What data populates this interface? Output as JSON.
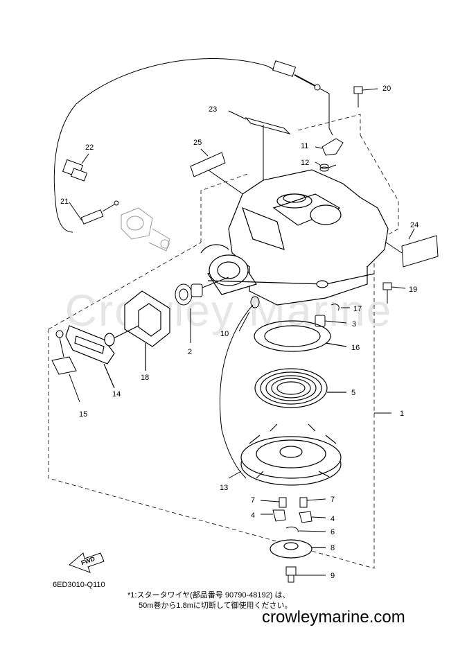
{
  "watermark": "Crowley Marine",
  "diagram_code": "6ED3010-Q110",
  "note": {
    "line1": "*1:スタータワイヤ(部品番号 90790-48192) は、",
    "line2": "50m巻から1.8mに切断して御使用ください。"
  },
  "site_url": "crowleymarine.com",
  "fwd_label": "FWD",
  "callouts": [
    {
      "id": "c1",
      "label": "1"
    },
    {
      "id": "c2",
      "label": "2"
    },
    {
      "id": "c3",
      "label": "3"
    },
    {
      "id": "c4a",
      "label": "4"
    },
    {
      "id": "c4b",
      "label": "4"
    },
    {
      "id": "c5",
      "label": "5"
    },
    {
      "id": "c6",
      "label": "6"
    },
    {
      "id": "c7a",
      "label": "7"
    },
    {
      "id": "c7b",
      "label": "7"
    },
    {
      "id": "c8",
      "label": "8"
    },
    {
      "id": "c9",
      "label": "9"
    },
    {
      "id": "c10",
      "label": "10"
    },
    {
      "id": "c11",
      "label": "11"
    },
    {
      "id": "c12",
      "label": "12"
    },
    {
      "id": "c13",
      "label": "13"
    },
    {
      "id": "c14",
      "label": "14"
    },
    {
      "id": "c15",
      "label": "15"
    },
    {
      "id": "c16",
      "label": "16"
    },
    {
      "id": "c17",
      "label": "17"
    },
    {
      "id": "c18",
      "label": "18"
    },
    {
      "id": "c19",
      "label": "19"
    },
    {
      "id": "c20",
      "label": "20"
    },
    {
      "id": "c21",
      "label": "21"
    },
    {
      "id": "c22",
      "label": "22"
    },
    {
      "id": "c23",
      "label": "23"
    },
    {
      "id": "c24",
      "label": "24"
    },
    {
      "id": "c25",
      "label": "25"
    }
  ]
}
